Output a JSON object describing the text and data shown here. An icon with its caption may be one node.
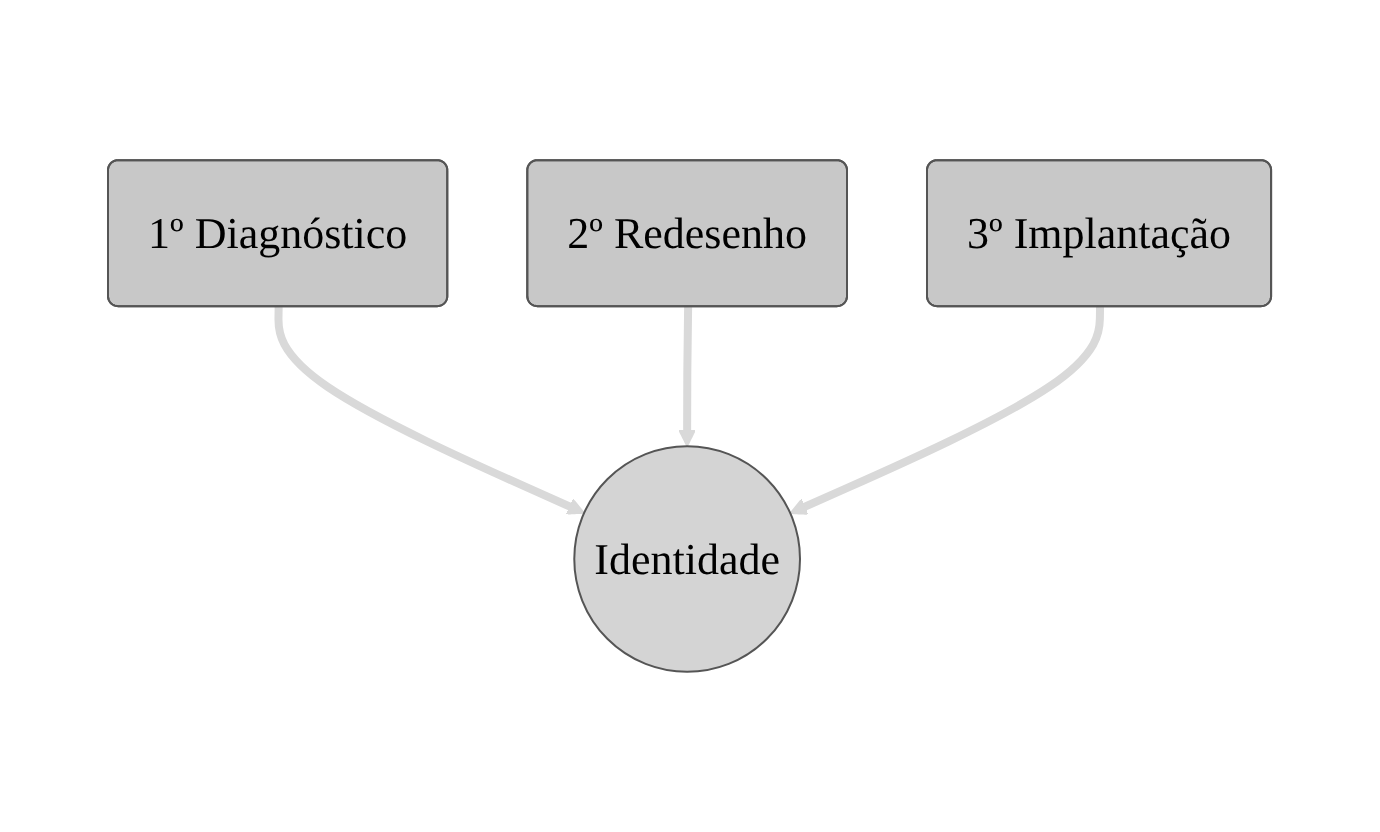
{
  "diagram": {
    "nodes": [
      {
        "text": [
          "1º Diagnóstico"
        ]
      },
      {
        "text": [
          "2º Redesenho"
        ]
      },
      {
        "text": [
          "3º Implantação"
        ]
      },
      {
        "text": [
          "Identidade"
        ]
      }
    ],
    "edges": [
      {
        "from": 0,
        "to": 3,
        "arrow": "to"
      },
      {
        "from": 1,
        "to": 3,
        "arrow": "to"
      },
      {
        "from": 2,
        "to": 3,
        "arrow": "to"
      }
    ]
  }
}
